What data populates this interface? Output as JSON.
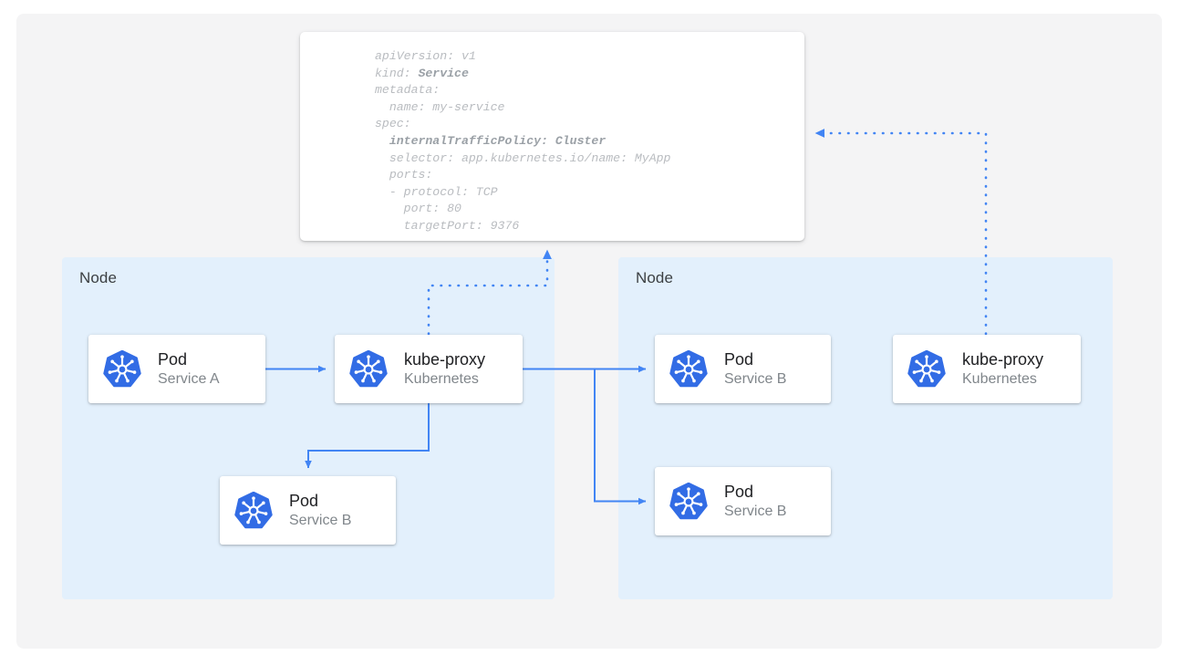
{
  "canvas": {
    "background": "#f4f4f5",
    "node_fill": "#e3f0fc",
    "accent": "#4285f4",
    "k8s_blue": "#326ce5"
  },
  "manifest": {
    "name": "service-yaml-manifest",
    "lines": [
      {
        "text": "apiVersion: v1",
        "bold": false
      },
      {
        "text": "kind: ",
        "bold_text": "Service"
      },
      {
        "text": "metadata:",
        "bold": false
      },
      {
        "text": "  name: my-service",
        "bold": false
      },
      {
        "text": "spec:",
        "bold": false
      },
      {
        "text": "  internalTrafficPolicy: Cluster",
        "bold": true
      },
      {
        "text": "  selector: app.kubernetes.io/name: MyApp",
        "bold": false
      },
      {
        "text": "  ports:",
        "bold": false
      },
      {
        "text": "  - protocol: TCP",
        "bold": false
      },
      {
        "text": "    port: 80",
        "bold": false
      },
      {
        "text": "    targetPort: 9376",
        "bold": false
      }
    ],
    "api_version": "apiVersion: v1",
    "kind_key": "kind: ",
    "kind_value": "Service",
    "metadata_key": "metadata:",
    "metadata_name": "  name: my-service",
    "spec_key": "spec:",
    "internal_traffic_policy": "  internalTrafficPolicy: Cluster",
    "selector": "  selector: app.kubernetes.io/name: MyApp",
    "ports_key": "  ports:",
    "protocol": "  - protocol: TCP",
    "port": "    port: 80",
    "target_port": "    targetPort: 9376"
  },
  "nodes": [
    {
      "label": "Node"
    },
    {
      "label": "Node"
    }
  ],
  "cards": {
    "pod_service_a": {
      "title": "Pod",
      "subtitle": "Service A",
      "icon": "kubernetes-icon"
    },
    "kube_proxy_left": {
      "title": "kube-proxy",
      "subtitle": "Kubernetes",
      "icon": "kubernetes-icon"
    },
    "pod_service_b_left": {
      "title": "Pod",
      "subtitle": "Service B",
      "icon": "kubernetes-icon"
    },
    "pod_service_b_r1": {
      "title": "Pod",
      "subtitle": "Service B",
      "icon": "kubernetes-icon"
    },
    "pod_service_b_r2": {
      "title": "Pod",
      "subtitle": "Service B",
      "icon": "kubernetes-icon"
    },
    "kube_proxy_right": {
      "title": "kube-proxy",
      "subtitle": "Kubernetes",
      "icon": "kubernetes-icon"
    }
  },
  "connectors": [
    {
      "name": "pod-a-to-kube-proxy",
      "style": "solid"
    },
    {
      "name": "kube-proxy-to-pod-b-local",
      "style": "solid"
    },
    {
      "name": "kube-proxy-to-pod-b-remote-top",
      "style": "solid"
    },
    {
      "name": "kube-proxy-to-pod-b-remote-bot",
      "style": "solid"
    },
    {
      "name": "kube-proxy-left-to-manifest",
      "style": "dotted"
    },
    {
      "name": "kube-proxy-right-to-manifest",
      "style": "dotted"
    }
  ]
}
